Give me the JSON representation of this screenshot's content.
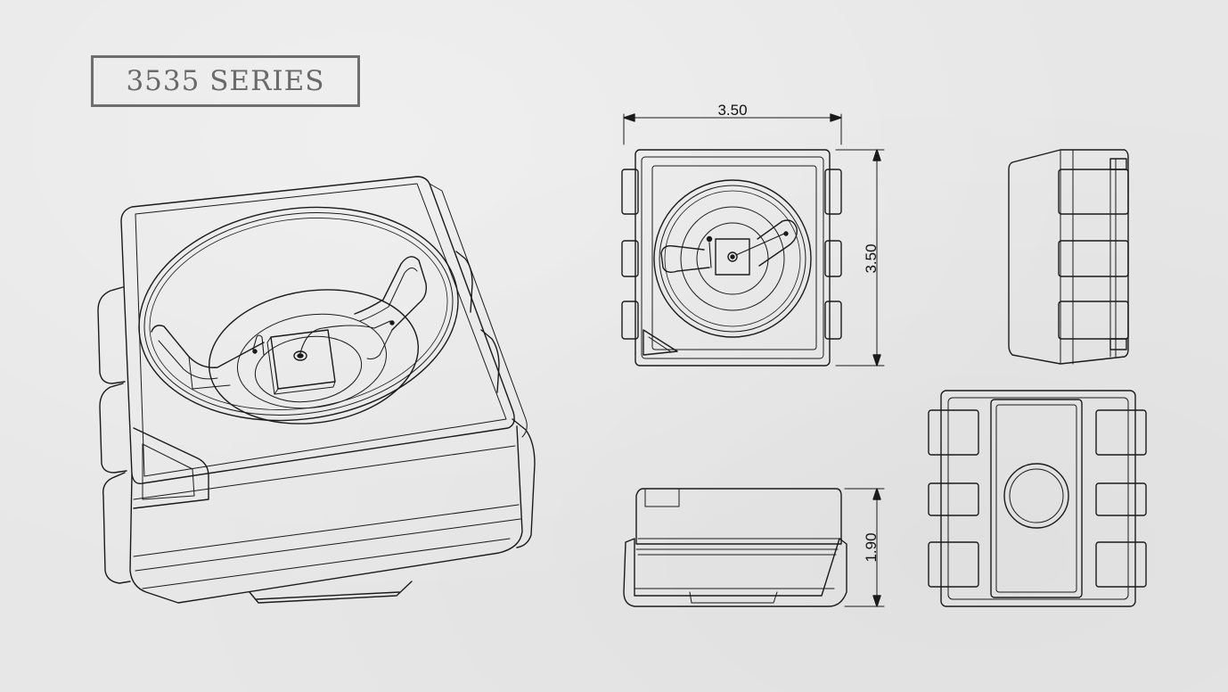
{
  "title": "3535 SERIES",
  "dimensions": {
    "top_width": "3.50",
    "top_height": "3.50",
    "side_height": "1.90"
  }
}
